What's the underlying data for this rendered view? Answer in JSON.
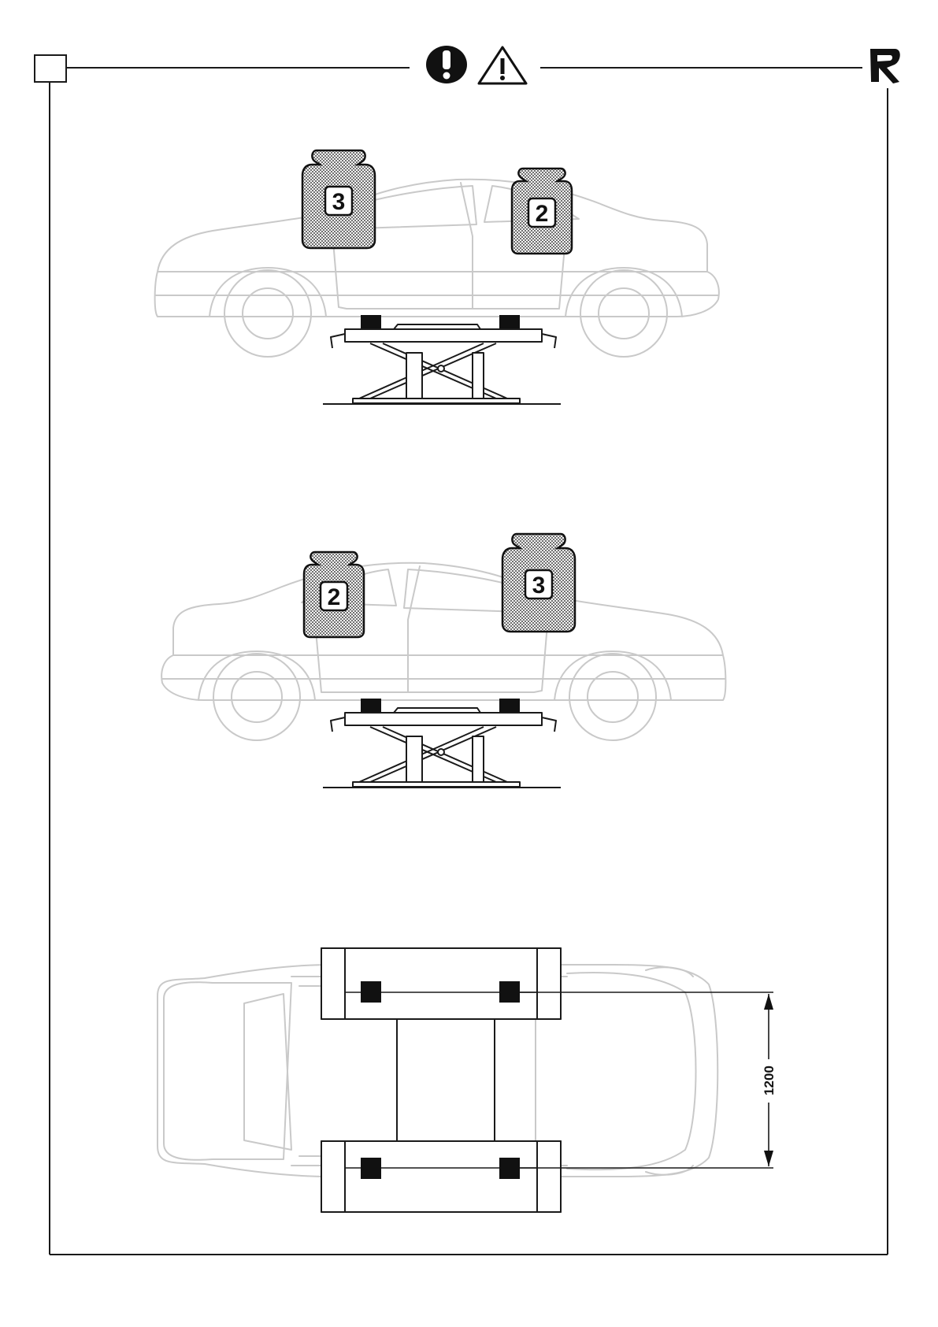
{
  "header": {
    "icons": [
      "caution-exclamation-icon",
      "warning-triangle-icon"
    ],
    "logo": "r-brand-logo"
  },
  "figure1": {
    "front_weight_label": "3",
    "rear_weight_label": "2"
  },
  "figure2": {
    "front_weight_label": "2",
    "rear_weight_label": "3"
  },
  "figure3": {
    "dimension_label": "1200"
  },
  "colors": {
    "line": "#1a1a1a",
    "car_outline": "#c9c9c9",
    "fill_dots": "#111111"
  }
}
